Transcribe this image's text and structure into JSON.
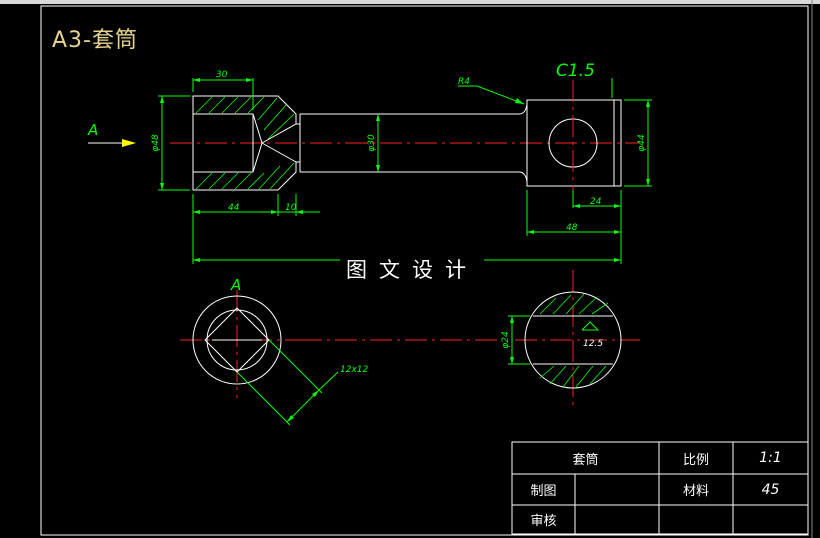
{
  "drawing": {
    "title": "A3-套筒",
    "watermark": "图文设计",
    "view_label_a": "A",
    "view_label_a_top": "A",
    "dimensions": {
      "d30": "30",
      "d44": "44",
      "d10": "10",
      "d48_diam": "φ48",
      "d30_diam": "φ30",
      "r4": "R4",
      "c15": "C1.5",
      "d44_diam": "φ44",
      "d24": "24",
      "d48": "48",
      "square": "12x12",
      "d24_diam": "φ24",
      "roughness": "12.5"
    }
  },
  "title_block": {
    "part_name": "套筒",
    "scale_label": "比例",
    "scale_value": "1:1",
    "drawn_label": "制图",
    "material_label": "材料",
    "material_value": "45",
    "checked_label": "审核"
  },
  "colors": {
    "outline": "#ffffff",
    "dimension": "#00ff00",
    "centerline": "#ff2020",
    "hatch": "#00ff00",
    "arrow": "#ffff00",
    "title": "#e8d48c"
  }
}
